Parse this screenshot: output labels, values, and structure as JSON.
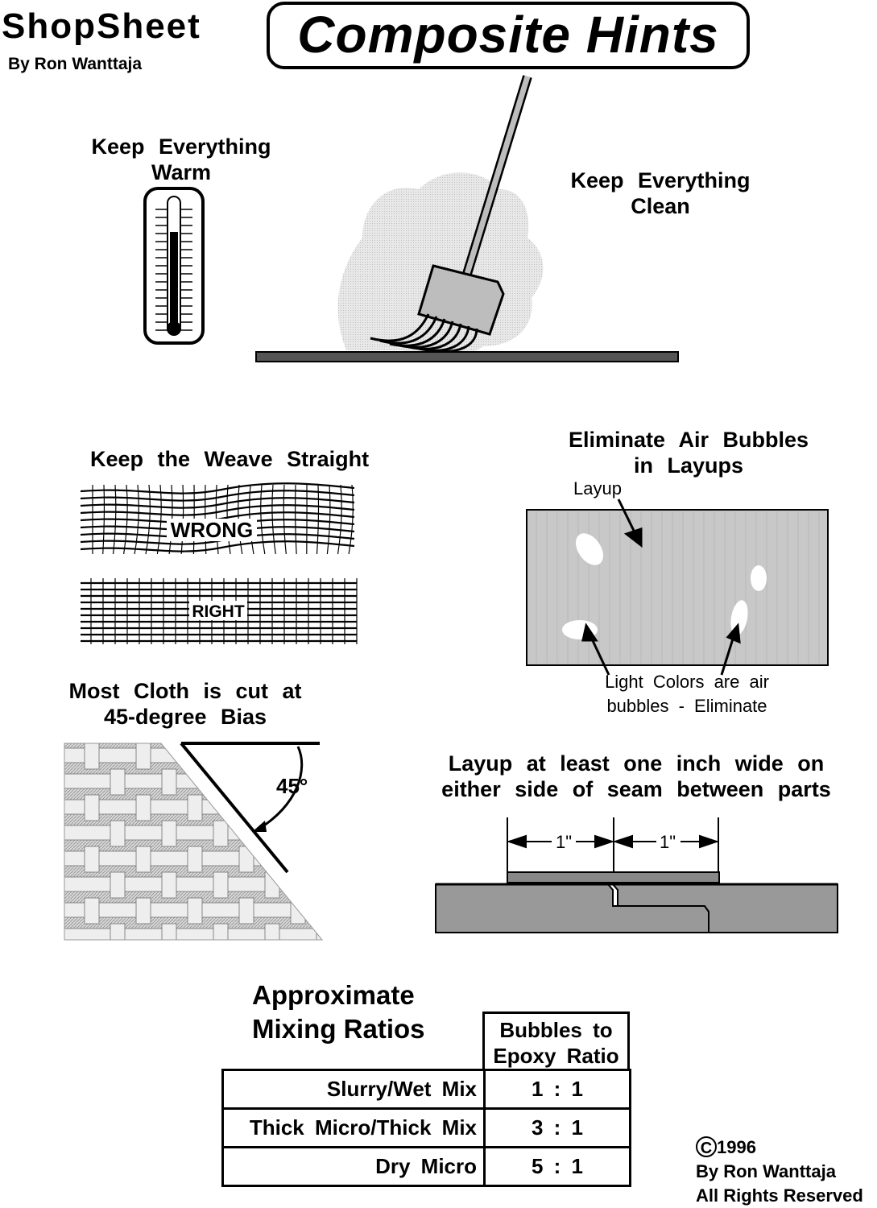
{
  "header": {
    "brand": "ShopSheet",
    "byline": "By Ron Wanttaja",
    "title": "Composite Hints"
  },
  "warm": {
    "line1": "Keep Everything",
    "line2": "Warm"
  },
  "clean": {
    "line1": "Keep Everything",
    "line2": "Clean"
  },
  "weave": {
    "title": "Keep the Weave Straight",
    "wrong": "WRONG",
    "right": "RIGHT"
  },
  "bubbles": {
    "line1": "Eliminate Air Bubbles",
    "line2": "in Layups",
    "layup_label": "Layup",
    "note_line1": "Light Colors are air",
    "note_line2": "bubbles - Eliminate"
  },
  "bias": {
    "line1": "Most Cloth is cut at",
    "line2": "45-degree Bias",
    "angle": "45°"
  },
  "seam": {
    "line1": "Layup at least one inch wide on",
    "line2": "either side of seam between parts",
    "dim_left": "1\"",
    "dim_right": "1\""
  },
  "ratios": {
    "title_line1": "Approximate",
    "title_line2": "Mixing Ratios",
    "col_header_line1": "Bubbles to",
    "col_header_line2": "Epoxy Ratio",
    "rows": [
      {
        "label": "Slurry/Wet Mix",
        "value": "1 : 1"
      },
      {
        "label": "Thick Micro/Thick Mix",
        "value": "3 : 1"
      },
      {
        "label": "Dry Micro",
        "value": "5 : 1"
      }
    ]
  },
  "copyright": {
    "symbol": "C",
    "year": "1996",
    "line2": "By Ron Wanttaja",
    "line3": "All Rights Reserved"
  }
}
